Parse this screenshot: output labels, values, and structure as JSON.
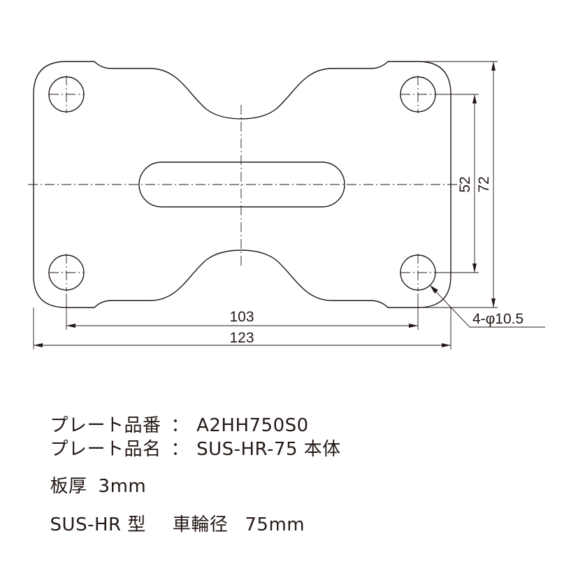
{
  "drawing": {
    "dimensions": {
      "width_outer": "123",
      "width_holes": "103",
      "height_holes": "52",
      "height_outer": "72",
      "holes": "4-φ10.5"
    }
  },
  "specs": {
    "plate_number_label": "プレート品番",
    "plate_number_value": "A2HH750S0",
    "plate_name_label": "プレート品名",
    "plate_name_value": "SUS-HR-75 本体",
    "separator": "：",
    "thickness_label": "板厚",
    "thickness_value": "3mm",
    "type_label": "SUS-HR 型",
    "wheel_label": "車輪径",
    "wheel_value": "75mm"
  }
}
